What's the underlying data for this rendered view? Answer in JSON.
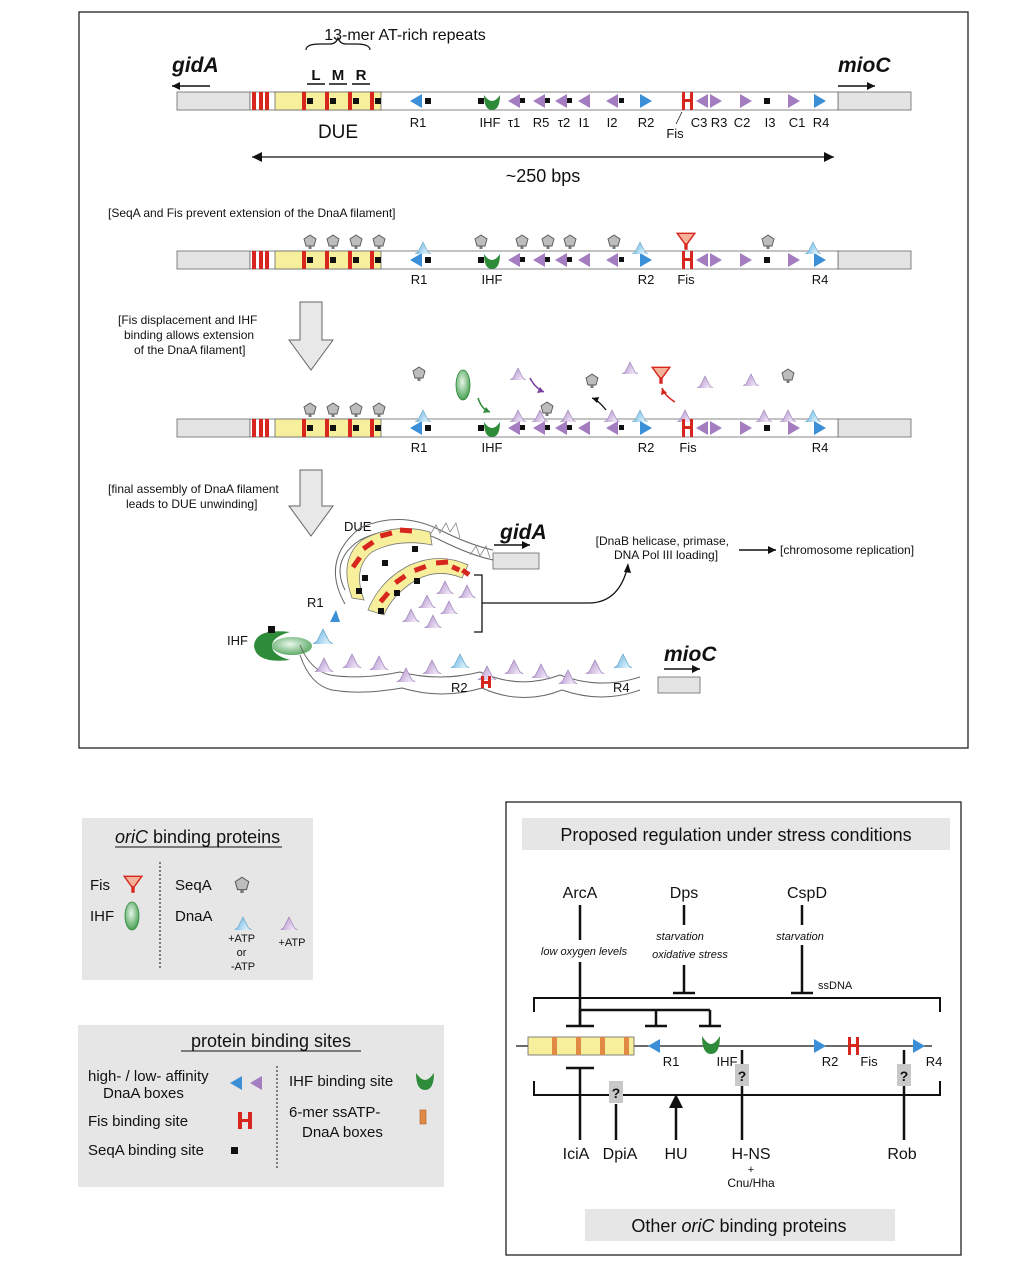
{
  "top": {
    "repeats_title": "13-mer AT-rich repeats",
    "repeat_L": "L",
    "repeat_M": "M",
    "repeat_R": "R",
    "gidA": "gidA",
    "mioC": "mioC",
    "due": "DUE",
    "row1_labels": [
      "R1",
      "IHF",
      "τ1",
      "R5",
      "τ2",
      "I1",
      "I2",
      "R2",
      "Fis",
      "C3",
      "R3",
      "C2",
      "I3",
      "C1",
      "R4"
    ],
    "length": "~250 bps",
    "step1": "[SeqA and Fis prevent extension of the DnaA filament]",
    "step2": [
      "[Fis displacement and IHF",
      "binding allows extension",
      "of the DnaA filament]"
    ],
    "step3": [
      "[final assembly of DnaA filament",
      "leads to DUE unwinding]"
    ],
    "R1": "R1",
    "IHF": "IHF",
    "R2": "R2",
    "Fis": "Fis",
    "R4": "R4",
    "loading": [
      "[DnaB helicase, primase,",
      "DNA Pol III loading]"
    ],
    "replication": "[chromosome replication]"
  },
  "legend_proteins": {
    "title_italic": "oriC",
    "title_rest": " binding proteins",
    "fis": "Fis",
    "ihf": "IHF",
    "seqa": "SeqA",
    "dnaa": "DnaA",
    "atp_or": [
      "+ATP",
      "or",
      "-ATP"
    ],
    "atp": "+ATP"
  },
  "legend_sites": {
    "title": "protein binding sites",
    "dnaa_boxes": [
      "high- / low- affinity",
      "DnaA boxes"
    ],
    "fis_site": "Fis binding site",
    "seqa_site": "SeqA binding site",
    "ihf_site": "IHF binding site",
    "ssatp": [
      "6-mer ssATP-",
      "DnaA boxes"
    ]
  },
  "stress": {
    "title": "Proposed regulation under stress conditions",
    "arca": "ArcA",
    "dps": "Dps",
    "cspd": "CspD",
    "low_oxygen": "low oxygen levels",
    "starvation": "starvation",
    "oxidative": "oxidative stress",
    "starvation2": "starvation",
    "ssdna": "ssDNA",
    "R1": "R1",
    "IHF": "IHF",
    "R2": "R2",
    "Fis": "Fis",
    "R4": "R4",
    "q": "?",
    "icia": "IciA",
    "dpia": "DpiA",
    "hu": "HU",
    "hns": "H-NS",
    "hns_plus": "+",
    "cnu": "Cnu/Hha",
    "rob": "Rob",
    "other_italic": "oriC",
    "other_pre": "Other ",
    "other_rest": " binding proteins"
  },
  "colors": {
    "dna_yellow": "#f7ef9c",
    "red": "#d7261e",
    "blue_site": "#3a8fd6",
    "purple_site": "#a47cc0",
    "ihf_green": "#2e8b3a",
    "dnaa_blue": "#8fc9ec",
    "dnaa_purple": "#c7abdc",
    "grey_box": "#e4e4e4",
    "orange_box": "#e08a45"
  }
}
